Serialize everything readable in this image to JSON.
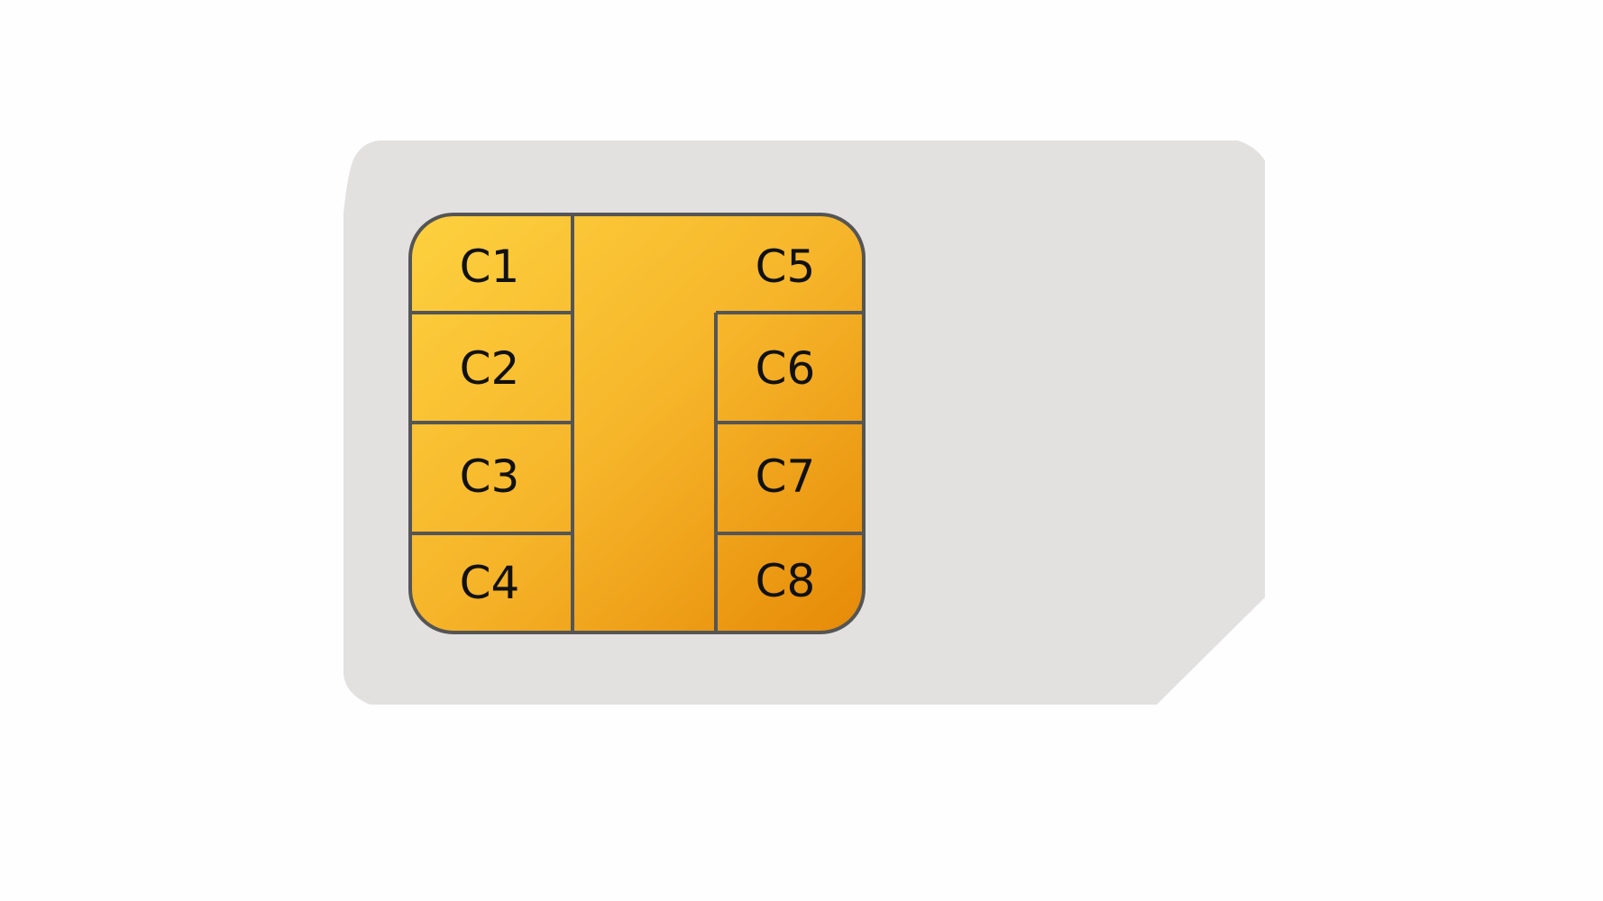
{
  "colors": {
    "background": "#fefefe",
    "card": "#e3e0e0",
    "chip_light": "#fdd13f",
    "chip_mid": "#f6b52a",
    "chip_dark": "#e68a07",
    "chip_outline": "#555555",
    "label_text": "#111111"
  },
  "contacts": {
    "c1": "C1",
    "c2": "C2",
    "c3": "C3",
    "c4": "C4",
    "c5": "C5",
    "c6": "C6",
    "c7": "C7",
    "c8": "C8"
  }
}
